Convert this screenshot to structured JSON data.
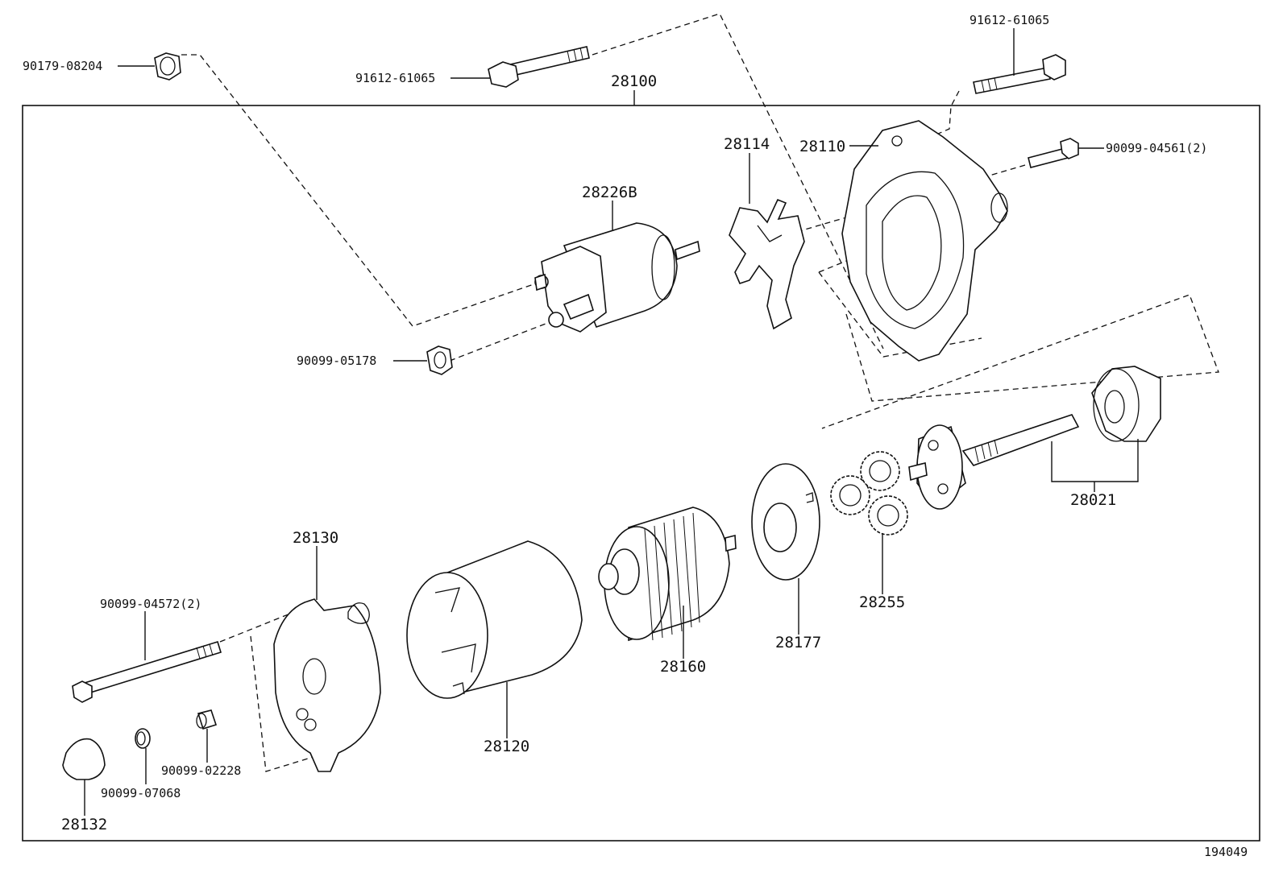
{
  "diagram_id": "194049",
  "assembly_label": "28100",
  "callouts": {
    "nut_90179_08204": "90179-08204",
    "bolt_top_center": "91612-61065",
    "bolt_top_right": "91612-61065",
    "bolt_right_x2": "90099-04561(2)",
    "switch_28226b": "28226B",
    "lever_28114": "28114",
    "housing_28110": "28110",
    "nut_90099_05178": "90099-05178",
    "clutch_shaft_28021": "28021",
    "planetary_gear_28255": "28255",
    "plate_28177": "28177",
    "armature_28160": "28160",
    "yoke_28120": "28120",
    "end_frame_28130": "28130",
    "through_bolt_x2": "90099-04572(2)",
    "bushing_90099_02228": "90099-02228",
    "ring_90099_07068": "90099-07068",
    "cap_28132": "28132"
  }
}
